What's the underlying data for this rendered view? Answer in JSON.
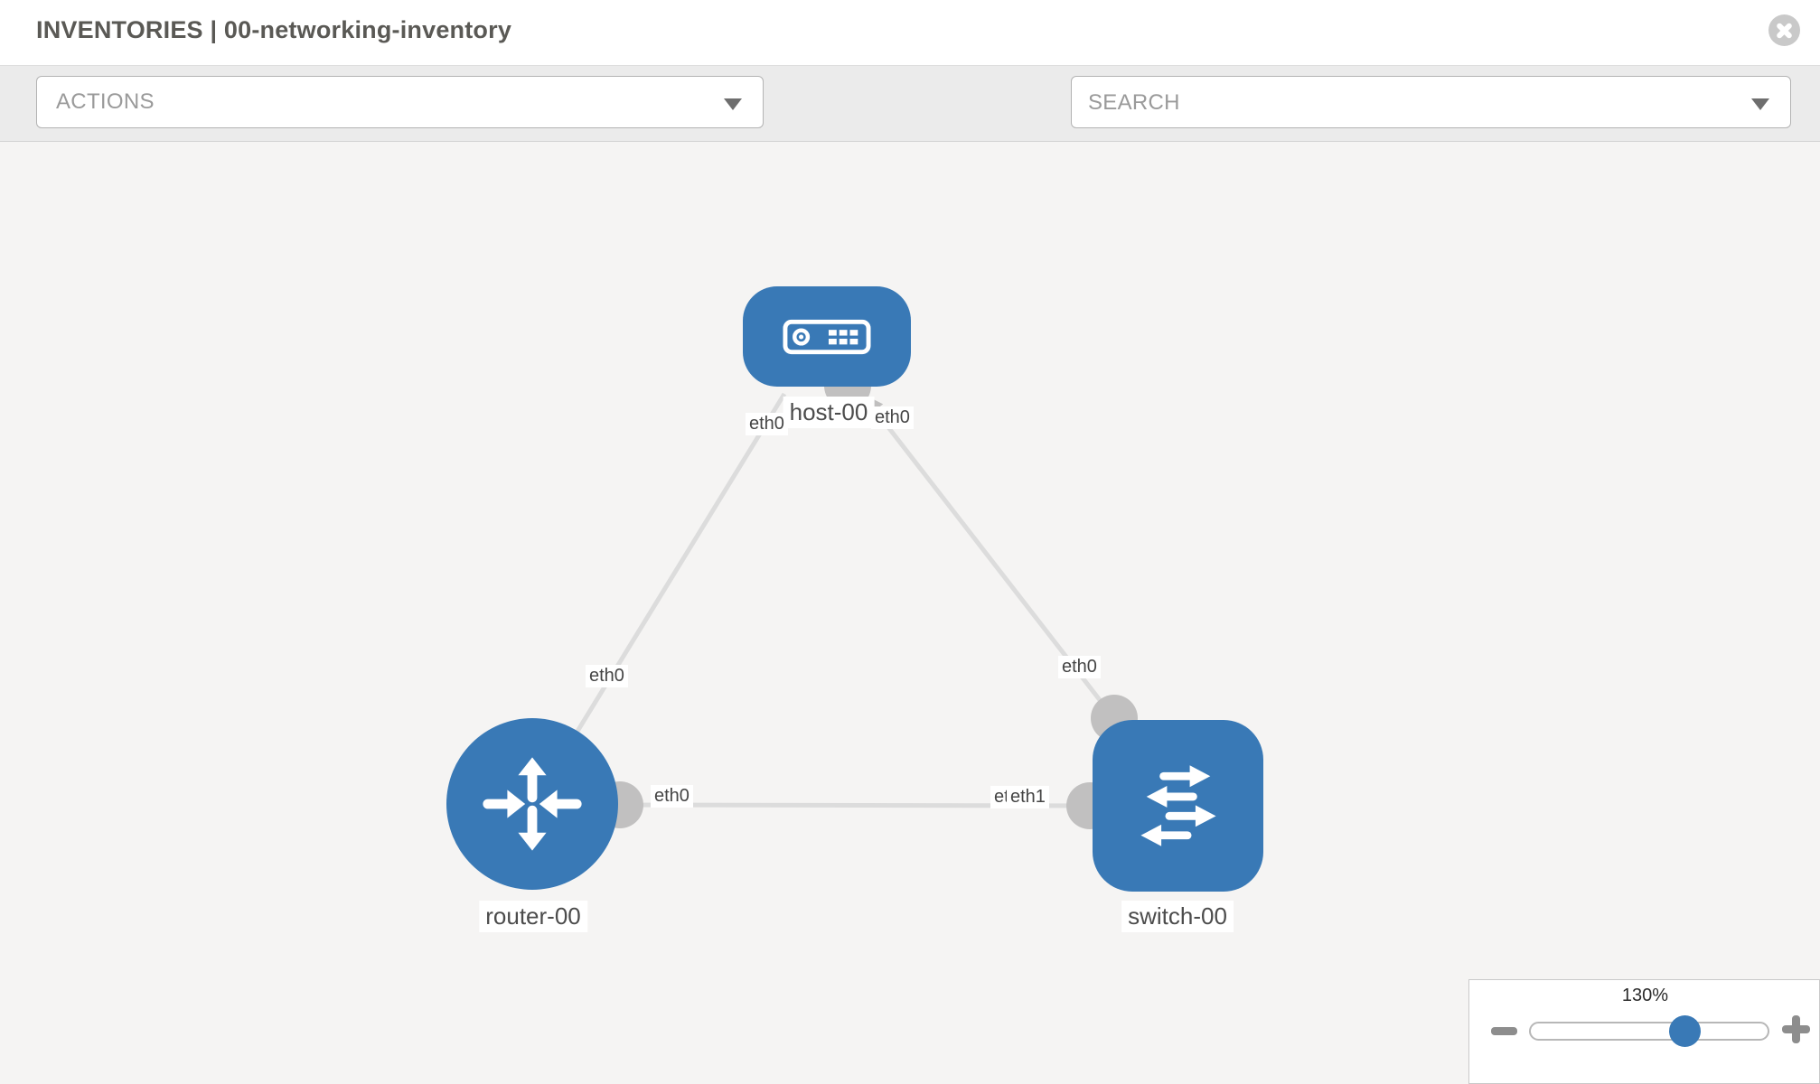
{
  "header": {
    "title": "INVENTORIES | 00-networking-inventory"
  },
  "toolbar": {
    "actions_label": "ACTIONS",
    "search_placeholder": "SEARCH",
    "icons": [
      "wrench-icon",
      "key-icon",
      "chevron-down-icon"
    ]
  },
  "topology": {
    "nodes": [
      {
        "label": "host-00",
        "type": "host",
        "icon": "host-device-icon"
      },
      {
        "label": "router-00",
        "type": "router",
        "icon": "router-arrows-icon"
      },
      {
        "label": "switch-00",
        "type": "switch",
        "icon": "switch-arrows-icon"
      }
    ],
    "links": [
      {
        "from": "router-00",
        "to": "host-00",
        "from_interface": "eth0",
        "to_interface": "eth0"
      },
      {
        "from": "switch-00",
        "to": "host-00",
        "from_interface": "eth0",
        "to_interface": "eth0"
      },
      {
        "from": "router-00",
        "to": "switch-00",
        "from_interface": "eth0",
        "to_interface": "eth1"
      }
    ],
    "eth_labels": [
      {
        "text": "eth0",
        "at": "host-left"
      },
      {
        "text": "eth0",
        "at": "host-right"
      },
      {
        "text": "eth0",
        "at": "router-host-mid"
      },
      {
        "text": "eth0",
        "at": "switch-host-mid"
      },
      {
        "text": "eth0",
        "at": "router-switch-left"
      },
      {
        "text": "eth0",
        "at": "router-switch-right-under"
      },
      {
        "text": "eth1",
        "at": "router-switch-right-over"
      }
    ]
  },
  "zoom_control": {
    "percent": "130%",
    "value": 130,
    "icons": [
      "minus-icon",
      "plus-icon"
    ]
  },
  "colors": {
    "node_blue": "#3979b6",
    "link_gray": "#dcdcdc",
    "stub_gray": "#c1c0c0",
    "toolbar_bg": "#ebebeb",
    "canvas_bg": "#f5f4f3"
  }
}
